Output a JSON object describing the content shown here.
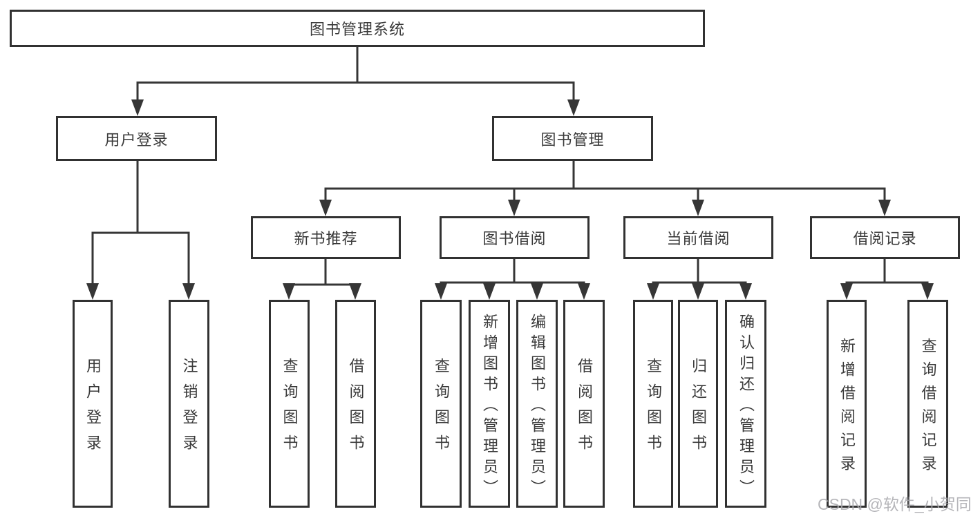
{
  "diagram": {
    "type": "hierarchy",
    "root": "图书管理系统",
    "levels": [
      [
        "图书管理系统"
      ],
      [
        "用户登录",
        "图书管理"
      ],
      [
        "新书推荐",
        "图书借阅",
        "当前借阅",
        "借阅记录"
      ]
    ]
  },
  "nodes": {
    "root": "图书管理系统",
    "login": "用户登录",
    "manage": "图书管理",
    "recommend": "新书推荐",
    "borrow": "图书借阅",
    "current": "当前借阅",
    "records": "借阅记录",
    "login_children": [
      "用户登录",
      "注销登录"
    ],
    "recommend_children": [
      "查询图书",
      "借阅图书"
    ],
    "borrow_children": [
      "查询图书",
      "新增图书（管理员）",
      "编辑图书（管理员）",
      "借阅图书"
    ],
    "current_children": [
      "查询图书",
      "归还图书",
      "确认归还（管理员）"
    ],
    "records_children": [
      "新增借阅记录",
      "查询借阅记录"
    ]
  },
  "colors": {
    "line": "#363636",
    "box_border": "#313131",
    "box_fill": "#ffffff",
    "text": "#3a3a3a",
    "watermark": "#a9a9ad"
  },
  "watermark": {
    "text": "CSDN @软件_小贺同学"
  }
}
